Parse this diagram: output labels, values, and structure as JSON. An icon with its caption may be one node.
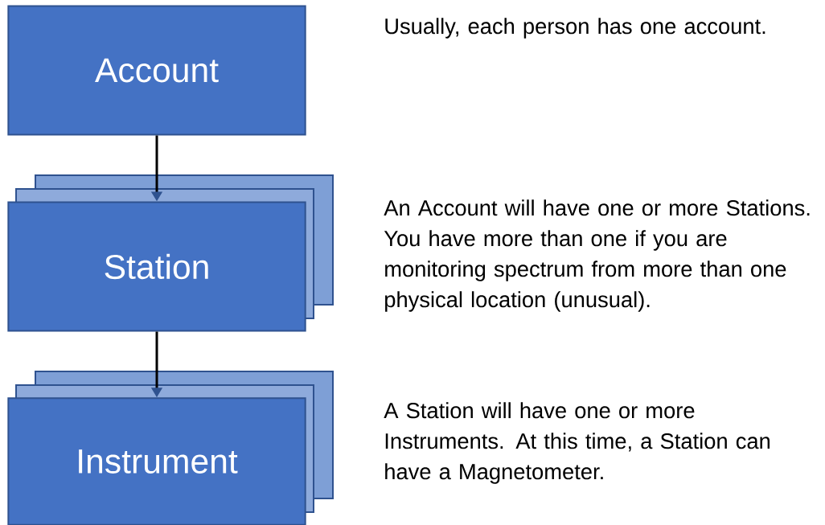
{
  "diagram": {
    "nodes": [
      {
        "text": [
          "Account"
        ],
        "beside": [
          "Usually, each person has one account."
        ]
      },
      {
        "text": [
          "Station"
        ],
        "beside": [
          "An Account will have one or more Stations. You have more than one if you are monitoring spectrum  from more than one physical location (unusual)."
        ]
      },
      {
        "text": [
          "Instrument"
        ],
        "beside": [
          "A Station will have one or more Instruments. At this time, a Station can have a Magnetometer."
        ]
      }
    ],
    "edges": [
      {
        "from": 0,
        "to": 1,
        "arrow": "to"
      },
      {
        "from": 1,
        "to": 2,
        "arrow": "to"
      }
    ]
  }
}
